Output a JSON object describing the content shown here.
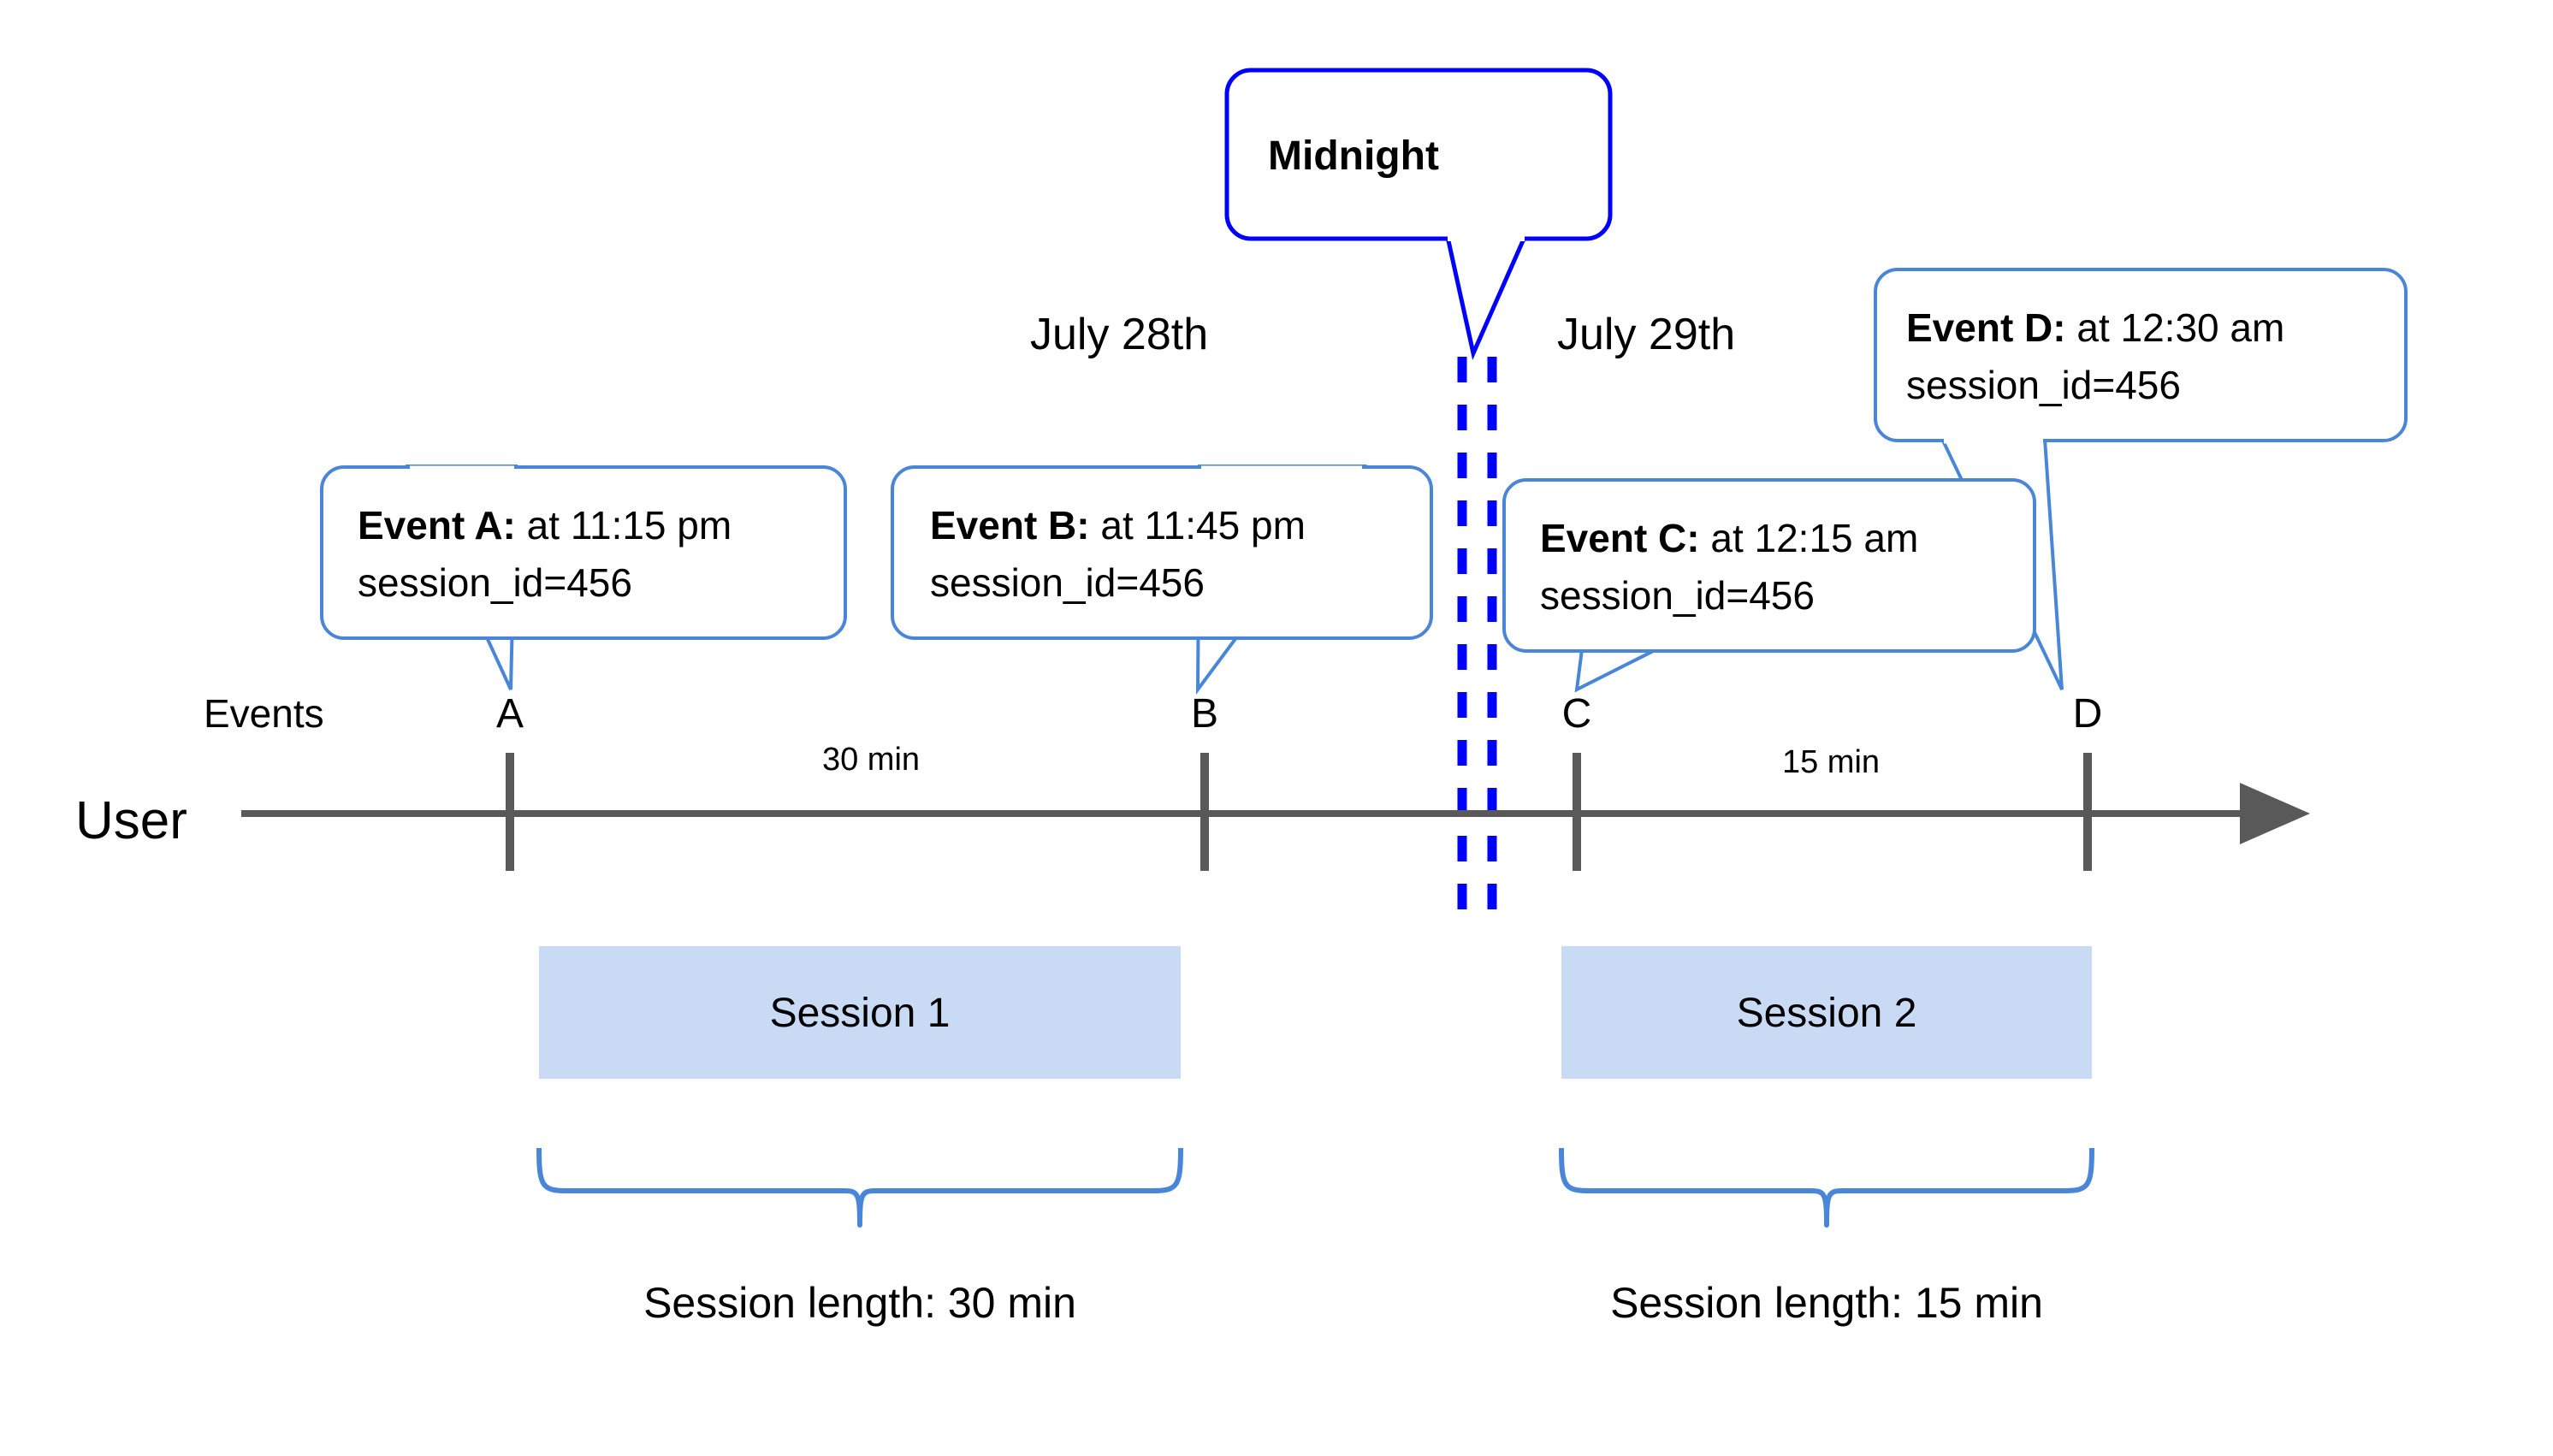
{
  "colors": {
    "callout_border": "#4a86d8",
    "midnight_border": "#0000ff",
    "midnight_dash": "#0000ff",
    "axis": "#595959",
    "session_bar": "#c9daf5",
    "text": "#000000"
  },
  "diagram": {
    "type": "timeline",
    "row_labels": {
      "events": "Events",
      "user": "User"
    },
    "midnight_marker": {
      "label": "Midnight"
    },
    "day_labels": [
      {
        "text": "July 28th"
      },
      {
        "text": "July 29th"
      }
    ],
    "events": [
      {
        "letter": "A",
        "title": "Event A:",
        "detail": " at 11:15 pm",
        "session_id_line": "session_id=456"
      },
      {
        "letter": "B",
        "title": "Event B:",
        "detail": " at 11:45 pm",
        "session_id_line": "session_id=456"
      },
      {
        "letter": "C",
        "title": "Event C:",
        "detail": " at 12:15 am",
        "session_id_line": "session_id=456"
      },
      {
        "letter": "D",
        "title": "Event D:",
        "detail": " at 12:30 am",
        "session_id_line": "session_id=456"
      }
    ],
    "gap_labels": [
      {
        "text": "30 min"
      },
      {
        "text": "15 min"
      }
    ],
    "sessions": [
      {
        "bar_label": "Session 1",
        "length_label": "Session length: 30 min"
      },
      {
        "bar_label": "Session 2",
        "length_label": "Session length: 15 min"
      }
    ]
  }
}
